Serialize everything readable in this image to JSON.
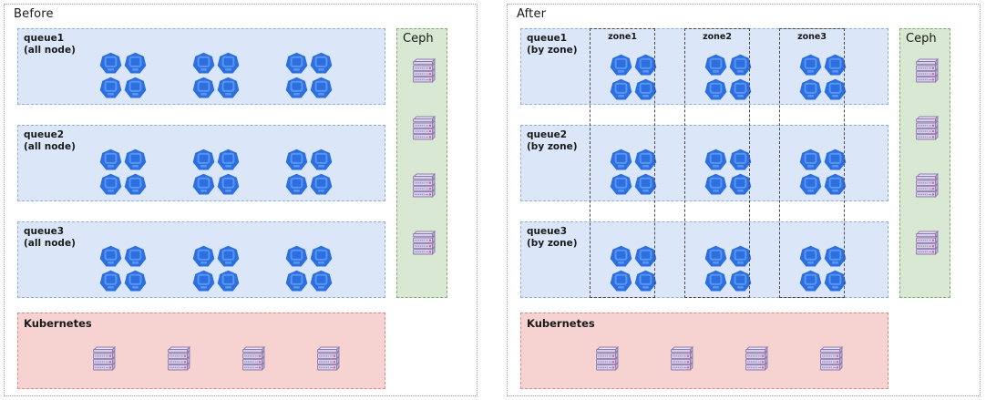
{
  "panels": [
    {
      "id": "before",
      "title": "Before",
      "queues": [
        {
          "name": "queue1",
          "mode": "(all node)",
          "groups": 3
        },
        {
          "name": "queue2",
          "mode": "(all node)",
          "groups": 3
        },
        {
          "name": "queue3",
          "mode": "(all node)",
          "groups": 3
        }
      ],
      "ceph": {
        "label": "Ceph",
        "servers": 4
      },
      "kubernetes": {
        "label": "Kubernetes",
        "servers": 4
      }
    },
    {
      "id": "after",
      "title": "After",
      "queues": [
        {
          "name": "queue1",
          "mode": "(by zone)",
          "groups": 3
        },
        {
          "name": "queue2",
          "mode": "(by zone)",
          "groups": 3
        },
        {
          "name": "queue3",
          "mode": "(by zone)",
          "groups": 3
        }
      ],
      "zones": [
        {
          "label": "zone1"
        },
        {
          "label": "zone2"
        },
        {
          "label": "zone3"
        }
      ],
      "ceph": {
        "label": "Ceph",
        "servers": 4
      },
      "kubernetes": {
        "label": "Kubernetes",
        "servers": 4
      }
    }
  ],
  "icons": {
    "node": "kubernetes-node-icon",
    "server": "server-stack-icon"
  },
  "colors": {
    "queue_fill": "#dbe7f8",
    "queue_border": "#8fb0dd",
    "ceph_fill": "#d9e8d2",
    "ceph_border": "#7fb06a",
    "k8s_fill": "#f6d3d0",
    "k8s_border": "#d98b84",
    "node_blue": "#2b6fe0",
    "node_blue_light": "#5b94ee",
    "server_purple": "#bfb0d8",
    "panel_border": "#9a9a9a",
    "zone_border": "#4a4a4a"
  },
  "nodes_per_group": 4
}
